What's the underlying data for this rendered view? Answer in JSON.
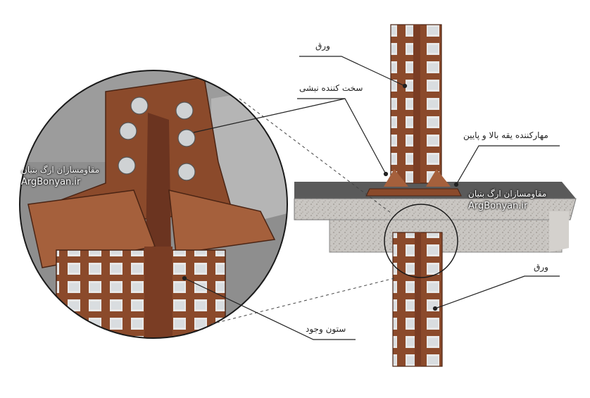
{
  "labels": {
    "sheet_top": "ورق",
    "stiffener": "سخت کننده نبشی",
    "top_bottom_brace": "مهارکننده یقه بالا و پایین",
    "sheet_bottom": "ورق",
    "existing_column": "ستون وجود"
  },
  "watermark": {
    "text_fa": "مقاومسازان ارگ بنیان",
    "text_en": "ArgBonyan.ir"
  },
  "colors": {
    "steel": "#8b4a2b",
    "steel_dark": "#6b3420",
    "steel_light": "#a5603c",
    "concrete": "#c9c6c2",
    "slab_top": "#5a5a5a",
    "gray_bg": "#8e8e8e"
  }
}
